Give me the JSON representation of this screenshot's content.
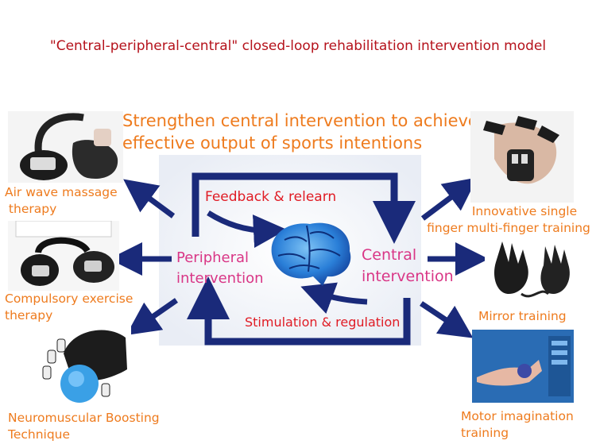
{
  "title": "\"Central-peripheral-central\" closed-loop rehabilitation intervention model",
  "headline": [
    "Strengthen central intervention to achieve",
    "effective output of sports intentions"
  ],
  "center": {
    "feedback": "Feedback & relearn",
    "stimulation": "Stimulation & regulation",
    "peripheral": [
      "Peripheral",
      "intervention"
    ],
    "central": [
      "Central",
      "intervention"
    ]
  },
  "left_items": [
    {
      "label": [
        "Air wave massage",
        " therapy"
      ],
      "icon": "air-wave-massage-device"
    },
    {
      "label": [
        "Compulsory exercise",
        "therapy"
      ],
      "icon": "compulsory-exercise-device"
    },
    {
      "label": [
        "Neuromuscular Boosting",
        "Technique"
      ],
      "icon": "robotic-glove-ball"
    }
  ],
  "right_items": [
    {
      "label": [
        "Innovative single",
        "finger multi-finger training"
      ],
      "icon": "finger-training-glove"
    },
    {
      "label": [
        "Mirror training"
      ],
      "icon": "mirror-training-gloves"
    },
    {
      "label": [
        "Motor imagination",
        "training"
      ],
      "icon": "motor-imagination-screen"
    }
  ],
  "colors": {
    "title": "#b5121b",
    "label": "#ee7b1e",
    "arrow": "#1a2a7a",
    "feedback": "#e01b24",
    "peripheral": "#d93686"
  }
}
